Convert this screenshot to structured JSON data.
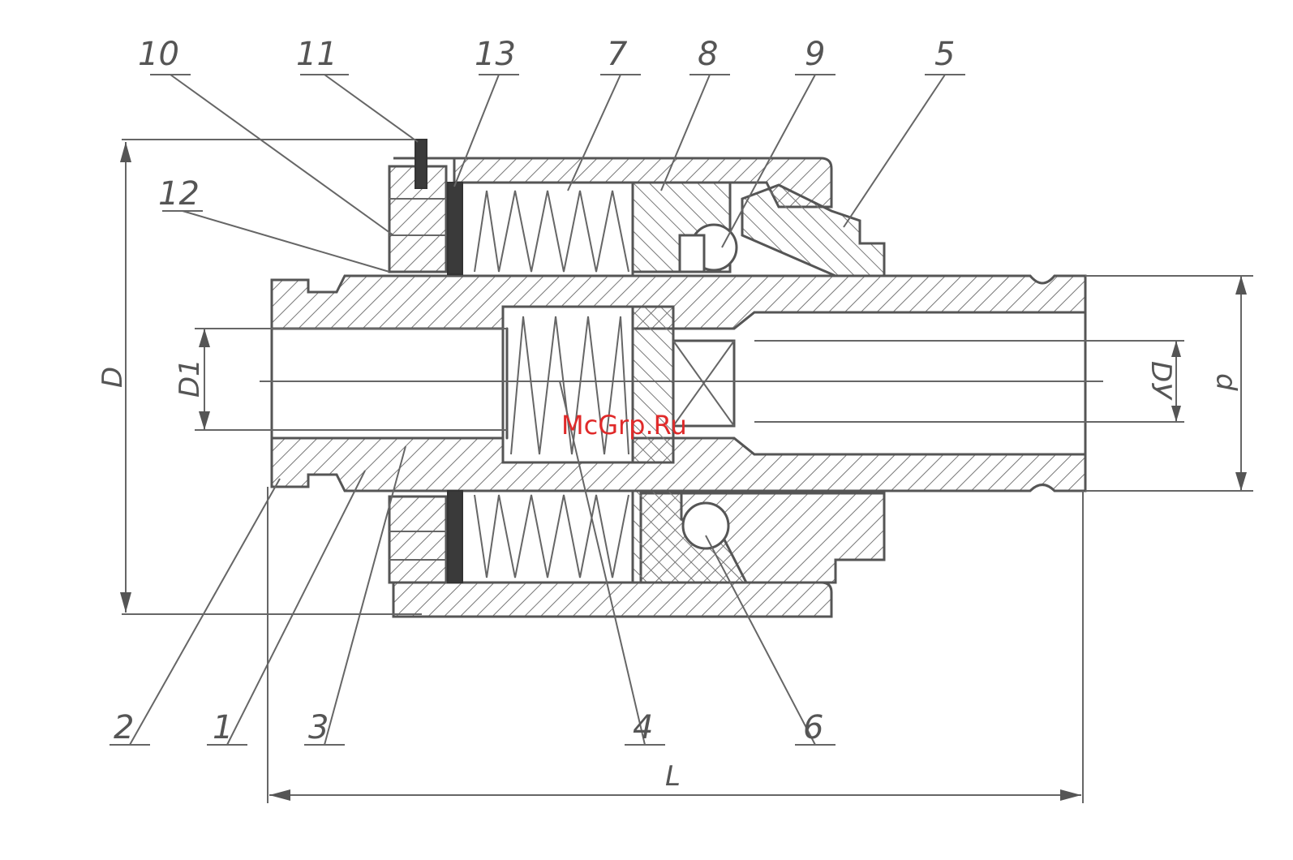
{
  "callouts": {
    "p1": "1",
    "p2": "2",
    "p3": "3",
    "p4": "4",
    "p5": "5",
    "p6": "6",
    "p7": "7",
    "p8": "8",
    "p9": "9",
    "p10": "10",
    "p11": "11",
    "p12": "12",
    "p13": "13"
  },
  "dimensions": {
    "D": "D",
    "D1": "D1",
    "Dy": "DУ",
    "d": "d",
    "L": "L"
  },
  "watermark": "McGrp.Ru",
  "colors": {
    "line": "#555555",
    "seal": "#3a3a3a",
    "watermark": "#e02a2a"
  }
}
